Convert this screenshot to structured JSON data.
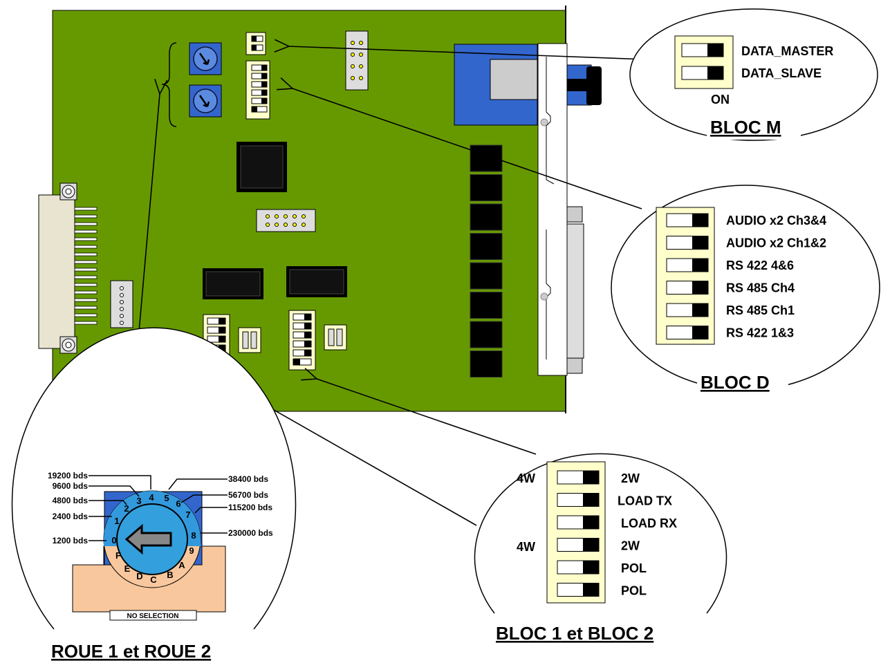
{
  "bloc_m": {
    "title": "BLOC M",
    "switches": [
      "DATA_MASTER",
      "DATA_SLAVE"
    ],
    "on_label": "ON"
  },
  "bloc_d": {
    "title": "BLOC D",
    "switches": [
      "AUDIO x2 Ch3&4",
      "AUDIO x2 Ch1&2",
      "RS 422 4&6",
      "RS 485 Ch4",
      "RS 485 Ch1",
      "RS 422 1&3"
    ]
  },
  "bloc_12": {
    "title": "BLOC 1 et BLOC 2",
    "left_labels": [
      "4W",
      "4W"
    ],
    "right_labels": [
      "2W",
      "LOAD TX",
      "LOAD RX",
      "2W",
      "POL",
      "POL"
    ]
  },
  "roue": {
    "title": "ROUE 1 et ROUE 2",
    "digits": [
      "0",
      "1",
      "2",
      "3",
      "4",
      "5",
      "6",
      "7",
      "8",
      "9",
      "A",
      "B",
      "C",
      "D",
      "E",
      "F"
    ],
    "rates_left": [
      "19200 bds",
      "9600 bds",
      "4800 bds",
      "2400 bds",
      "1200 bds"
    ],
    "rates_right": [
      "38400 bds",
      "56700 bds",
      "115200 bds",
      "230000 bds"
    ],
    "no_selection": "NO SELECTION"
  },
  "colors": {
    "board": "#669900",
    "switch_body": "#ffffcc",
    "rotary_blue": "#3366cc",
    "wheel_blue": "#33a0dd",
    "base_peach": "#f9c79d",
    "connector_blue": "#3366cc"
  }
}
